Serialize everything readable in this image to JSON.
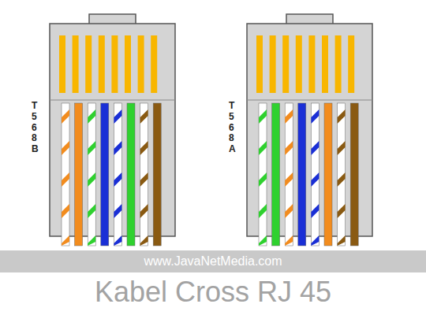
{
  "diagram": {
    "caption": "Kabel Cross RJ 45",
    "nodes": [
      {
        "text": [
          "T568B"
        ]
      },
      {
        "text": [
          "T568A"
        ]
      },
      {
        "text": [
          "www.JavaNetMedia.com"
        ]
      }
    ]
  }
}
